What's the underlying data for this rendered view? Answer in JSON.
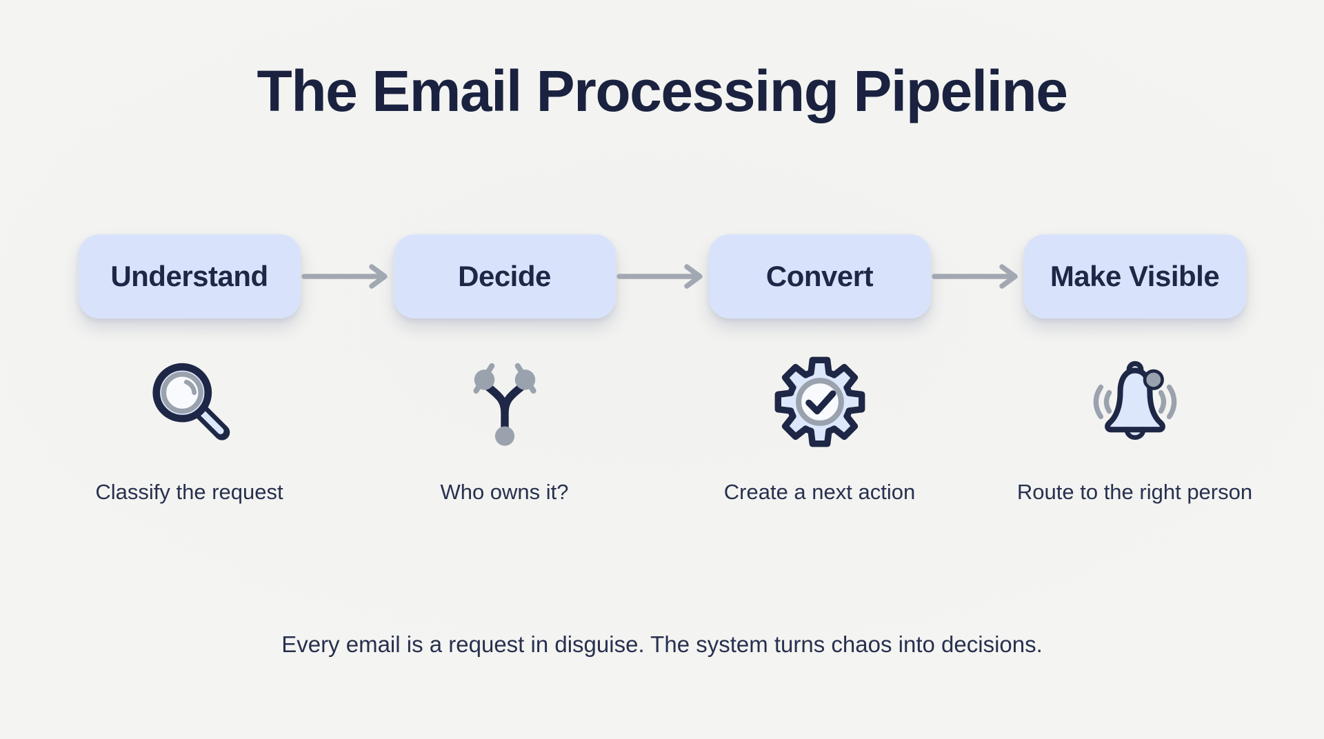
{
  "title": "The Email Processing Pipeline",
  "stages": [
    {
      "label": "Understand",
      "caption": "Classify the request",
      "icon": "magnifier-icon"
    },
    {
      "label": "Decide",
      "caption": "Who owns it?",
      "icon": "branch-icon"
    },
    {
      "label": "Convert",
      "caption": "Create a next action",
      "icon": "gear-check-icon"
    },
    {
      "label": "Make Visible",
      "caption": "Route to the right person",
      "icon": "bell-icon"
    }
  ],
  "tagline": "Every email is a request in disguise. The system turns chaos into decisions.",
  "colors": {
    "background": "#f3f3f1",
    "pill-fill": "#d8e3fb",
    "navy": "#1e2745",
    "title-navy": "#1a2240",
    "caption-navy": "#27304e",
    "arrow-gray": "#a2a8b2",
    "icon-gray": "#9aa2ae",
    "icon-fill": "#dde7fc",
    "icon-inner": "#f8fafd"
  }
}
